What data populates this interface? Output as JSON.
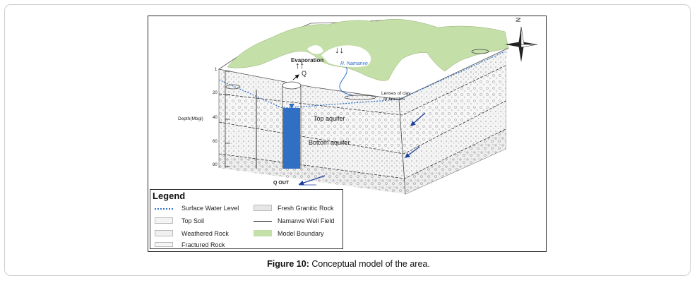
{
  "caption": {
    "prefix": "Figure 10:",
    "text": " Conceptual model of the area."
  },
  "compass": {
    "label": "N"
  },
  "diagram": {
    "evaporation": "Evaporation",
    "arrows_down": "↓↓",
    "arrows_up": "↑↑",
    "q_in": "Q",
    "river": "R. Namanve",
    "lenses_line1": "Lenses of clay",
    "lenses_line2": "or laterites",
    "top_aquifer": "Top aquifer",
    "bottom_aquifer": "Bottom aquifer",
    "q_out": "Q OUT",
    "depth_label": "Depth(Mbgl)",
    "depth_ticks": [
      "1",
      "20",
      "40",
      "60",
      "80"
    ]
  },
  "legend": {
    "title": "Legend",
    "items": [
      {
        "label": "Surface Water Level",
        "swatch": "dotted-blue-line"
      },
      {
        "label": "Fresh Granitic  Rock",
        "swatch": "granitic-pattern"
      },
      {
        "label": "Top Soil",
        "swatch": "top-soil-pattern"
      },
      {
        "label": "Namanve Well Field",
        "swatch": "black-line"
      },
      {
        "label": "Weathered Rock",
        "swatch": "weathered-pattern"
      },
      {
        "label": "Model Boundary",
        "swatch": "green-fill"
      },
      {
        "label": "Fractured Rock",
        "swatch": "fractured-pattern"
      }
    ]
  },
  "colors": {
    "model_boundary": "#c5dfa8",
    "well_water": "#2f6fc4",
    "surface_water": "#2f6fc4",
    "flow_arrow": "#1a3c9a"
  }
}
